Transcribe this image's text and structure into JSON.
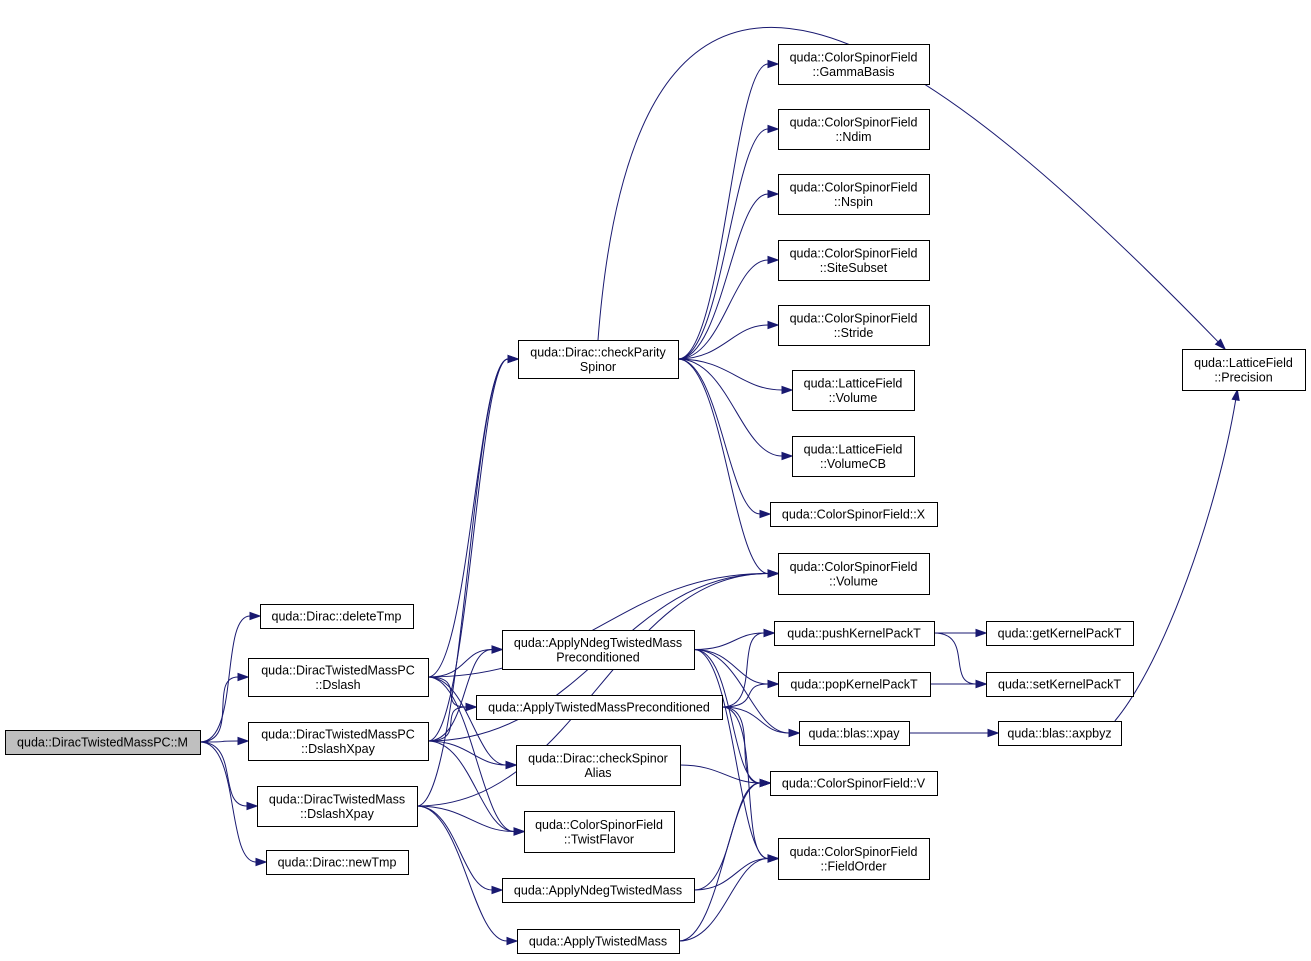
{
  "graph": {
    "nodes": [
      {
        "id": "M",
        "lines": [
          "quda::DiracTwistedMassPC::M"
        ],
        "root": true
      },
      {
        "id": "deleteTmp",
        "lines": [
          "quda::Dirac::deleteTmp"
        ]
      },
      {
        "id": "DslashPC",
        "lines": [
          "quda::DiracTwistedMassPC",
          "::Dslash"
        ]
      },
      {
        "id": "DslashXpayPC",
        "lines": [
          "quda::DiracTwistedMassPC",
          "::DslashXpay"
        ]
      },
      {
        "id": "DslashXpayTM",
        "lines": [
          "quda::DiracTwistedMass",
          "::DslashXpay"
        ]
      },
      {
        "id": "newTmp",
        "lines": [
          "quda::Dirac::newTmp"
        ]
      },
      {
        "id": "checkParity",
        "lines": [
          "quda::Dirac::checkParity",
          "Spinor"
        ]
      },
      {
        "id": "ApplyNdegPre",
        "lines": [
          "quda::ApplyNdegTwistedMass",
          "Preconditioned"
        ]
      },
      {
        "id": "ApplyTMPre",
        "lines": [
          "quda::ApplyTwistedMassPreconditioned"
        ]
      },
      {
        "id": "checkAlias",
        "lines": [
          "quda::Dirac::checkSpinor",
          "Alias"
        ]
      },
      {
        "id": "TwistFlavor",
        "lines": [
          "quda::ColorSpinorField",
          "::TwistFlavor"
        ]
      },
      {
        "id": "ApplyNdeg",
        "lines": [
          "quda::ApplyNdegTwistedMass"
        ]
      },
      {
        "id": "ApplyTM",
        "lines": [
          "quda::ApplyTwistedMass"
        ]
      },
      {
        "id": "GammaBasis",
        "lines": [
          "quda::ColorSpinorField",
          "::GammaBasis"
        ]
      },
      {
        "id": "Ndim",
        "lines": [
          "quda::ColorSpinorField",
          "::Ndim"
        ]
      },
      {
        "id": "Nspin",
        "lines": [
          "quda::ColorSpinorField",
          "::Nspin"
        ]
      },
      {
        "id": "SiteSubset",
        "lines": [
          "quda::ColorSpinorField",
          "::SiteSubset"
        ]
      },
      {
        "id": "Stride",
        "lines": [
          "quda::ColorSpinorField",
          "::Stride"
        ]
      },
      {
        "id": "LFVolume",
        "lines": [
          "quda::LatticeField",
          "::Volume"
        ]
      },
      {
        "id": "LFVolumeCB",
        "lines": [
          "quda::LatticeField",
          "::VolumeCB"
        ]
      },
      {
        "id": "CSFX",
        "lines": [
          "quda::ColorSpinorField::X"
        ]
      },
      {
        "id": "CSFVolume",
        "lines": [
          "quda::ColorSpinorField",
          "::Volume"
        ]
      },
      {
        "id": "pushKernel",
        "lines": [
          "quda::pushKernelPackT"
        ]
      },
      {
        "id": "popKernel",
        "lines": [
          "quda::popKernelPackT"
        ]
      },
      {
        "id": "xpay",
        "lines": [
          "quda::blas::xpay"
        ]
      },
      {
        "id": "CSFV",
        "lines": [
          "quda::ColorSpinorField::V"
        ]
      },
      {
        "id": "FieldOrder",
        "lines": [
          "quda::ColorSpinorField",
          "::FieldOrder"
        ]
      },
      {
        "id": "getKernel",
        "lines": [
          "quda::getKernelPackT"
        ]
      },
      {
        "id": "setKernel",
        "lines": [
          "quda::setKernelPackT"
        ]
      },
      {
        "id": "axpbyz",
        "lines": [
          "quda::blas::axpbyz"
        ]
      },
      {
        "id": "Precision",
        "lines": [
          "quda::LatticeField",
          "::Precision"
        ]
      }
    ],
    "edges": [
      [
        "M",
        "deleteTmp"
      ],
      [
        "M",
        "DslashPC"
      ],
      [
        "M",
        "DslashXpayPC"
      ],
      [
        "M",
        "DslashXpayTM"
      ],
      [
        "M",
        "newTmp"
      ],
      [
        "DslashPC",
        "checkParity"
      ],
      [
        "DslashPC",
        "CSFVolume"
      ],
      [
        "DslashPC",
        "ApplyNdegPre"
      ],
      [
        "DslashPC",
        "ApplyTMPre"
      ],
      [
        "DslashPC",
        "checkAlias"
      ],
      [
        "DslashPC",
        "TwistFlavor"
      ],
      [
        "DslashXpayPC",
        "checkParity"
      ],
      [
        "DslashXpayPC",
        "CSFVolume"
      ],
      [
        "DslashXpayPC",
        "ApplyNdegPre"
      ],
      [
        "DslashXpayPC",
        "ApplyTMPre"
      ],
      [
        "DslashXpayPC",
        "checkAlias"
      ],
      [
        "DslashXpayPC",
        "TwistFlavor"
      ],
      [
        "DslashXpayTM",
        "checkParity"
      ],
      [
        "DslashXpayTM",
        "CSFVolume"
      ],
      [
        "DslashXpayTM",
        "TwistFlavor"
      ],
      [
        "DslashXpayTM",
        "ApplyNdeg"
      ],
      [
        "DslashXpayTM",
        "ApplyTM"
      ],
      [
        "checkParity",
        "GammaBasis"
      ],
      [
        "checkParity",
        "Ndim"
      ],
      [
        "checkParity",
        "Nspin"
      ],
      [
        "checkParity",
        "SiteSubset"
      ],
      [
        "checkParity",
        "Stride"
      ],
      [
        "checkParity",
        "LFVolume"
      ],
      [
        "checkParity",
        "LFVolumeCB"
      ],
      [
        "checkParity",
        "CSFX"
      ],
      [
        "checkParity",
        "CSFVolume"
      ],
      [
        "checkParity",
        "Precision"
      ],
      [
        "ApplyNdegPre",
        "pushKernel"
      ],
      [
        "ApplyNdegPre",
        "popKernel"
      ],
      [
        "ApplyNdegPre",
        "xpay"
      ],
      [
        "ApplyNdegPre",
        "CSFV"
      ],
      [
        "ApplyNdegPre",
        "FieldOrder"
      ],
      [
        "ApplyTMPre",
        "pushKernel"
      ],
      [
        "ApplyTMPre",
        "popKernel"
      ],
      [
        "ApplyTMPre",
        "xpay"
      ],
      [
        "ApplyTMPre",
        "CSFV"
      ],
      [
        "ApplyTMPre",
        "FieldOrder"
      ],
      [
        "checkAlias",
        "CSFV"
      ],
      [
        "ApplyNdeg",
        "CSFV"
      ],
      [
        "ApplyNdeg",
        "FieldOrder"
      ],
      [
        "ApplyTM",
        "CSFV"
      ],
      [
        "ApplyTM",
        "FieldOrder"
      ],
      [
        "pushKernel",
        "getKernel"
      ],
      [
        "pushKernel",
        "setKernel"
      ],
      [
        "popKernel",
        "setKernel"
      ],
      [
        "xpay",
        "axpbyz"
      ],
      [
        "axpbyz",
        "Precision"
      ]
    ]
  }
}
